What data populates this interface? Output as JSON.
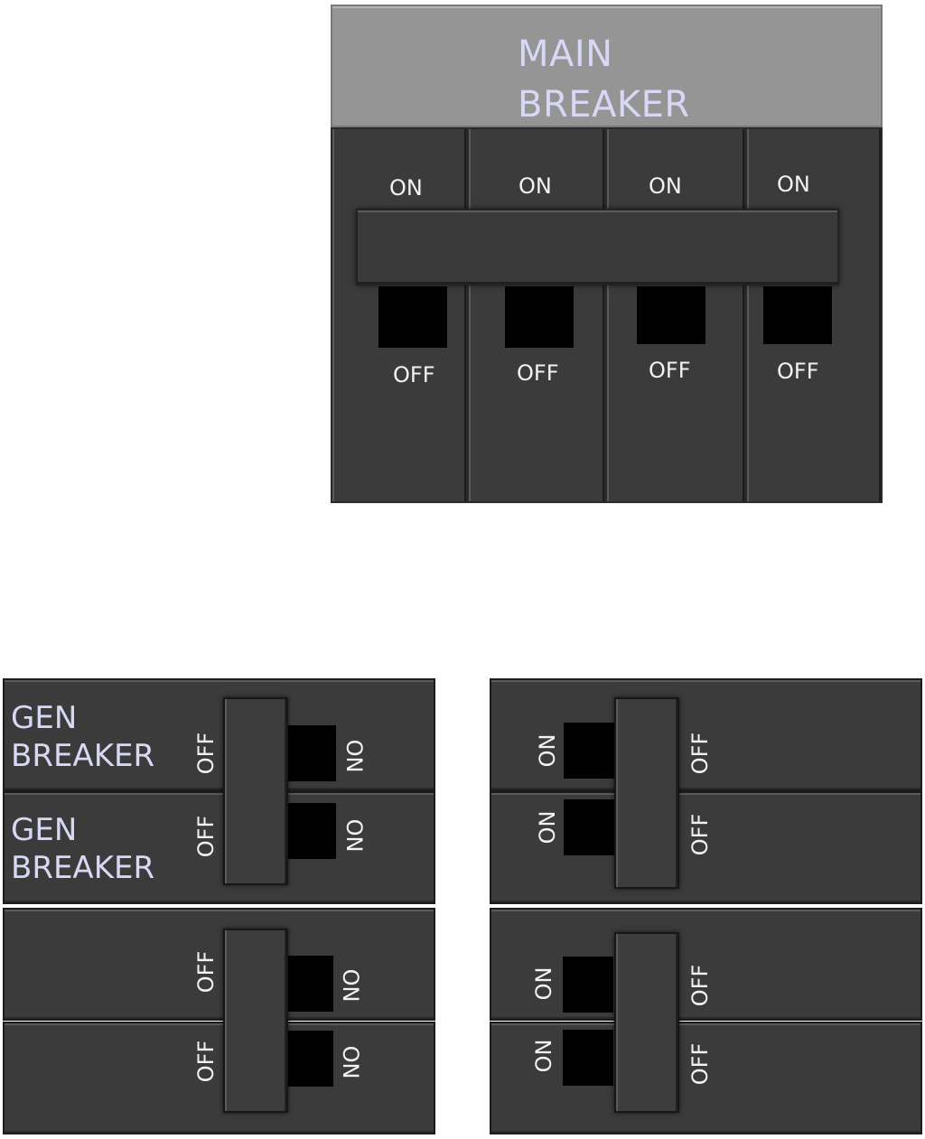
{
  "main_breaker": {
    "title_line1": "MAIN",
    "title_line2": "BREAKER",
    "poles": [
      {
        "on": "ON",
        "off": "OFF"
      },
      {
        "on": "ON",
        "off": "OFF"
      },
      {
        "on": "ON",
        "off": "OFF"
      },
      {
        "on": "ON",
        "off": "OFF"
      }
    ]
  },
  "left_panel": {
    "rows": [
      {
        "label_line1": "GEN",
        "label_line2": "BREAKER",
        "off": "OFF",
        "on": "ON"
      },
      {
        "label_line1": "GEN",
        "label_line2": "BREAKER",
        "off": "OFF",
        "on": "ON"
      },
      {
        "label_line1": "",
        "label_line2": "",
        "off": "OFF",
        "on": "ON"
      },
      {
        "label_line1": "",
        "label_line2": "",
        "off": "OFF",
        "on": "ON"
      }
    ]
  },
  "right_panel": {
    "rows": [
      {
        "on": "ON",
        "off": "OFF"
      },
      {
        "on": "ON",
        "off": "OFF"
      },
      {
        "on": "ON",
        "off": "OFF"
      },
      {
        "on": "ON",
        "off": "OFF"
      }
    ]
  },
  "colors": {
    "panel": "#3b3b3b",
    "header": "#959595",
    "label_light": "#d8d8f4",
    "toggle": "#000000"
  }
}
